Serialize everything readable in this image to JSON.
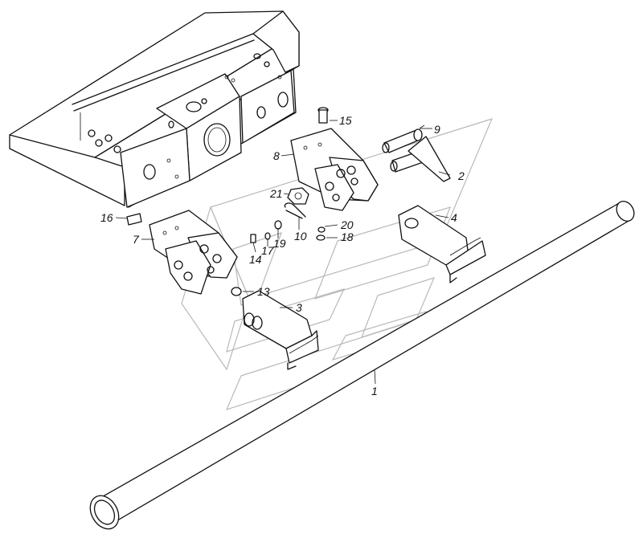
{
  "callouts": [
    {
      "id": "c1",
      "text": "1"
    },
    {
      "id": "c2",
      "text": "2"
    },
    {
      "id": "c3",
      "text": "3"
    },
    {
      "id": "c4",
      "text": "4"
    },
    {
      "id": "c7",
      "text": "7"
    },
    {
      "id": "c8",
      "text": "8"
    },
    {
      "id": "c9",
      "text": "9"
    },
    {
      "id": "c10",
      "text": "10"
    },
    {
      "id": "c13",
      "text": "13"
    },
    {
      "id": "c14",
      "text": "14"
    },
    {
      "id": "c15",
      "text": "15"
    },
    {
      "id": "c16",
      "text": "16"
    },
    {
      "id": "c17",
      "text": "17"
    },
    {
      "id": "c18",
      "text": "18"
    },
    {
      "id": "c19",
      "text": "19"
    },
    {
      "id": "c20",
      "text": "20"
    },
    {
      "id": "c21",
      "text": "21"
    }
  ],
  "colors": {
    "line": "#111111",
    "watermark": "#b9b9b9",
    "background": "#ffffff"
  }
}
